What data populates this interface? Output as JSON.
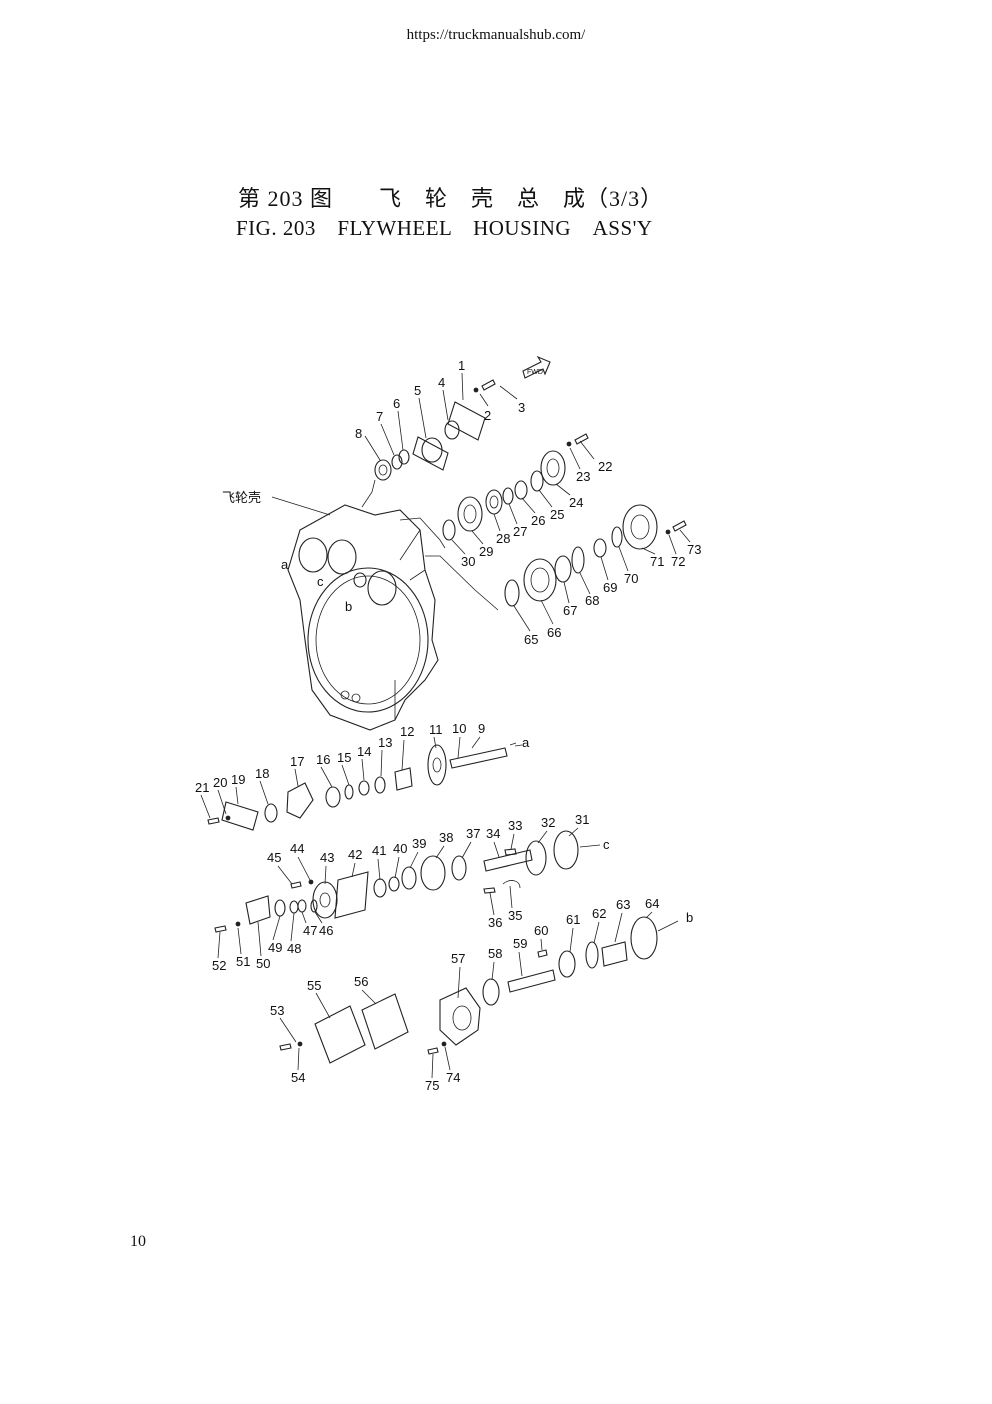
{
  "header": {
    "url": "https://truckmanualshub.com/"
  },
  "title": {
    "cn": "第 203 图　　飞　轮　壳　总　成（3/3）",
    "en": "FIG. 203　FLYWHEEL　HOUSING　ASS'Y"
  },
  "page_number": "10",
  "diagram": {
    "housing_label": "飞轮壳",
    "fwd_label": "FWD",
    "ref_letters": {
      "a": "a",
      "b": "b",
      "c": "c"
    },
    "callouts": [
      "1",
      "2",
      "3",
      "4",
      "5",
      "6",
      "7",
      "8",
      "9",
      "10",
      "11",
      "12",
      "13",
      "14",
      "15",
      "16",
      "17",
      "18",
      "19",
      "20",
      "21",
      "22",
      "23",
      "24",
      "25",
      "26",
      "27",
      "28",
      "29",
      "30",
      "31",
      "32",
      "33",
      "34",
      "35",
      "36",
      "37",
      "38",
      "39",
      "40",
      "41",
      "42",
      "43",
      "44",
      "45",
      "46",
      "47",
      "48",
      "49",
      "50",
      "51",
      "52",
      "53",
      "54",
      "55",
      "56",
      "57",
      "58",
      "59",
      "60",
      "61",
      "62",
      "63",
      "64",
      "65",
      "66",
      "67",
      "68",
      "69",
      "70",
      "71",
      "72",
      "73",
      "74",
      "75"
    ]
  }
}
